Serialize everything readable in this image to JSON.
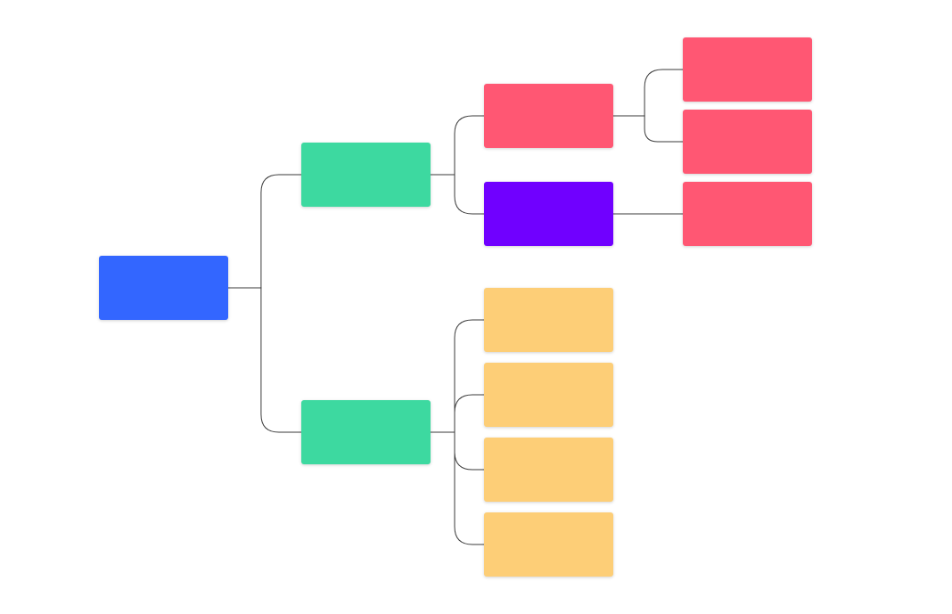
{
  "diagram": {
    "type": "tree",
    "colors": {
      "root": "#3366FF",
      "level1": "#3DD9A0",
      "pink": "#FF5773",
      "purple": "#7000FF",
      "yellow": "#FDCE77",
      "connector": "#3a3a3a"
    },
    "nodes": [
      {
        "id": "root",
        "label": "",
        "color": "root"
      },
      {
        "id": "b1",
        "label": "",
        "color": "level1",
        "parent": "root"
      },
      {
        "id": "b2",
        "label": "",
        "color": "level1",
        "parent": "root"
      },
      {
        "id": "b1a",
        "label": "",
        "color": "pink",
        "parent": "b1"
      },
      {
        "id": "b1b",
        "label": "",
        "color": "purple",
        "parent": "b1"
      },
      {
        "id": "b1a1",
        "label": "",
        "color": "pink",
        "parent": "b1a"
      },
      {
        "id": "b1a2",
        "label": "",
        "color": "pink",
        "parent": "b1a"
      },
      {
        "id": "b1b1",
        "label": "",
        "color": "pink",
        "parent": "b1b"
      },
      {
        "id": "b2a",
        "label": "",
        "color": "yellow",
        "parent": "b2"
      },
      {
        "id": "b2b",
        "label": "",
        "color": "yellow",
        "parent": "b2"
      },
      {
        "id": "b2c",
        "label": "",
        "color": "yellow",
        "parent": "b2"
      },
      {
        "id": "b2d",
        "label": "",
        "color": "yellow",
        "parent": "b2"
      }
    ]
  }
}
